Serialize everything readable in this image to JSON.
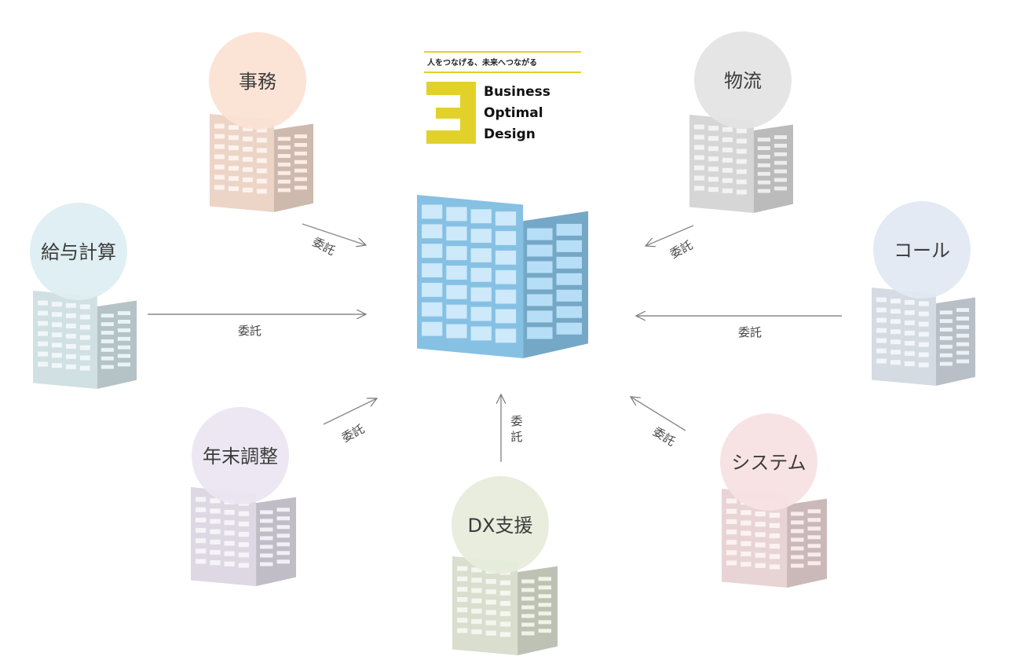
{
  "logo": {
    "tagline": "人をつなげる、未来へつながる",
    "mark": "3",
    "words": [
      "Business",
      "Optimal",
      "Design"
    ],
    "accent_color": "#e2d12a"
  },
  "center": {
    "color": "#8fcdf3"
  },
  "nodes": [
    {
      "id": "jimu",
      "label": "事務",
      "color": "#fbe1d4"
    },
    {
      "id": "butsuryu",
      "label": "物流",
      "color": "#e4e4e4"
    },
    {
      "id": "kyuyo",
      "label": "給与計算",
      "color": "#ddeef2"
    },
    {
      "id": "call",
      "label": "コール",
      "color": "#e2e9f2"
    },
    {
      "id": "nenmatsu",
      "label": "年末調整",
      "color": "#ebe6f1"
    },
    {
      "id": "dx",
      "label": "DX支援",
      "color": "#e7ecdc"
    },
    {
      "id": "system",
      "label": "システム",
      "color": "#f8e2e3"
    }
  ],
  "edges": [
    {
      "from": "jimu",
      "label": "委託"
    },
    {
      "from": "butsuryu",
      "label": "委託"
    },
    {
      "from": "kyuyo",
      "label": "委託"
    },
    {
      "from": "call",
      "label": "委託"
    },
    {
      "from": "nenmatsu",
      "label": "委託"
    },
    {
      "from": "dx",
      "label": "委託"
    },
    {
      "from": "system",
      "label": "委託"
    }
  ]
}
